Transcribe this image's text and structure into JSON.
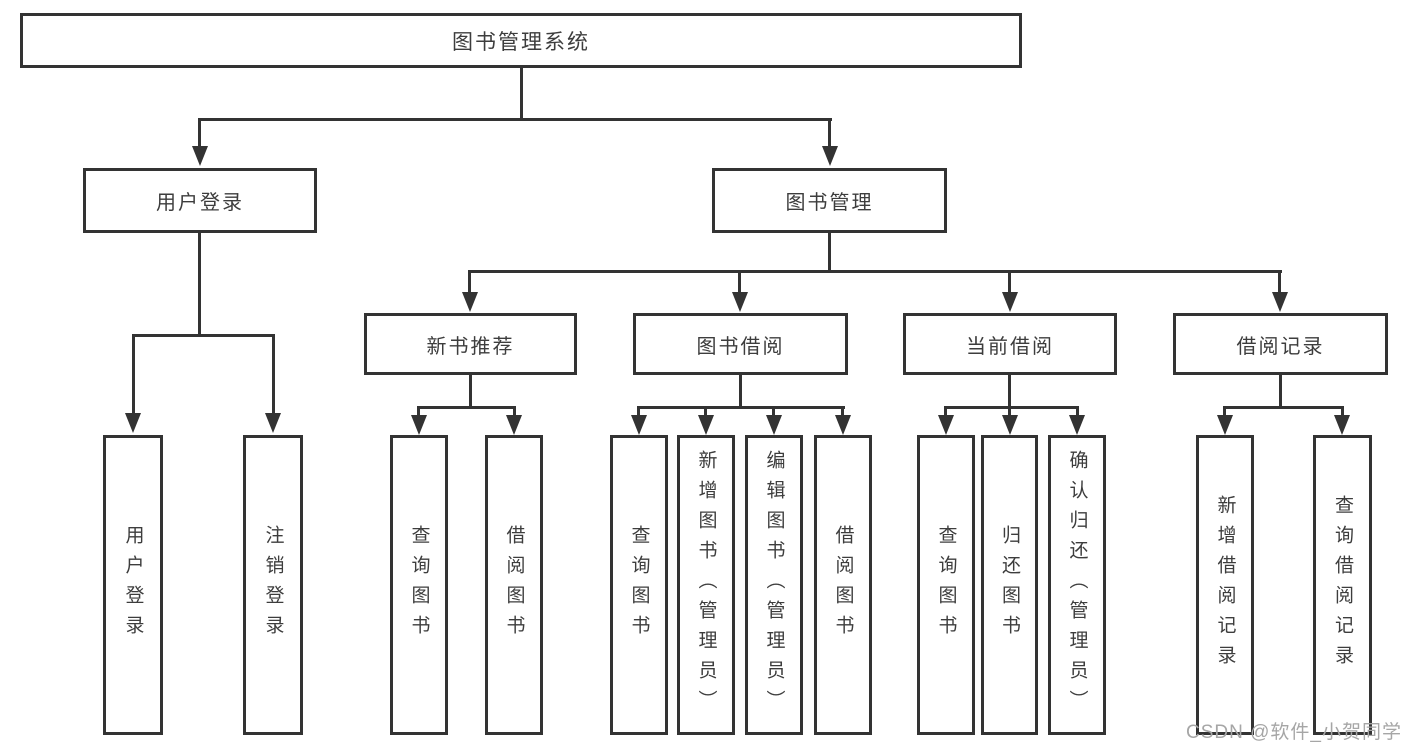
{
  "diagram": {
    "type": "tree",
    "title": "图书管理系统",
    "levels": 4,
    "colors": {
      "background": "#ffffff",
      "line": "#333333",
      "box_border": "#333333",
      "text": "#3d3d3d",
      "watermark": "#a6a6a6"
    }
  },
  "nodes": {
    "root": {
      "label": "图书管理系统"
    },
    "user_login_group": {
      "label": "用户登录"
    },
    "book_management": {
      "label": "图书管理"
    },
    "new_book_recommend": {
      "label": "新书推荐"
    },
    "book_borrowing": {
      "label": "图书借阅"
    },
    "current_borrowing": {
      "label": "当前借阅"
    },
    "borrowing_records": {
      "label": "借阅记录"
    },
    "user_login": {
      "label": "用户登录"
    },
    "logout": {
      "label": "注销登录"
    },
    "rec_query_books": {
      "label": "查询图书"
    },
    "rec_borrow_books": {
      "label": "借阅图书"
    },
    "bb_query_books": {
      "label": "查询图书"
    },
    "bb_add_books": {
      "label": "新增图书（管理员）"
    },
    "bb_edit_books": {
      "label": "编辑图书（管理员）"
    },
    "bb_borrow_books": {
      "label": "借阅图书"
    },
    "cb_query_books": {
      "label": "查询图书"
    },
    "cb_return_books": {
      "label": "归还图书"
    },
    "cb_confirm_return": {
      "label": "确认归还（管理员）"
    },
    "br_add_record": {
      "label": "新增借阅记录"
    },
    "br_query_record": {
      "label": "查询借阅记录"
    }
  },
  "watermark": {
    "text": "CSDN @软件_小贺同学"
  }
}
